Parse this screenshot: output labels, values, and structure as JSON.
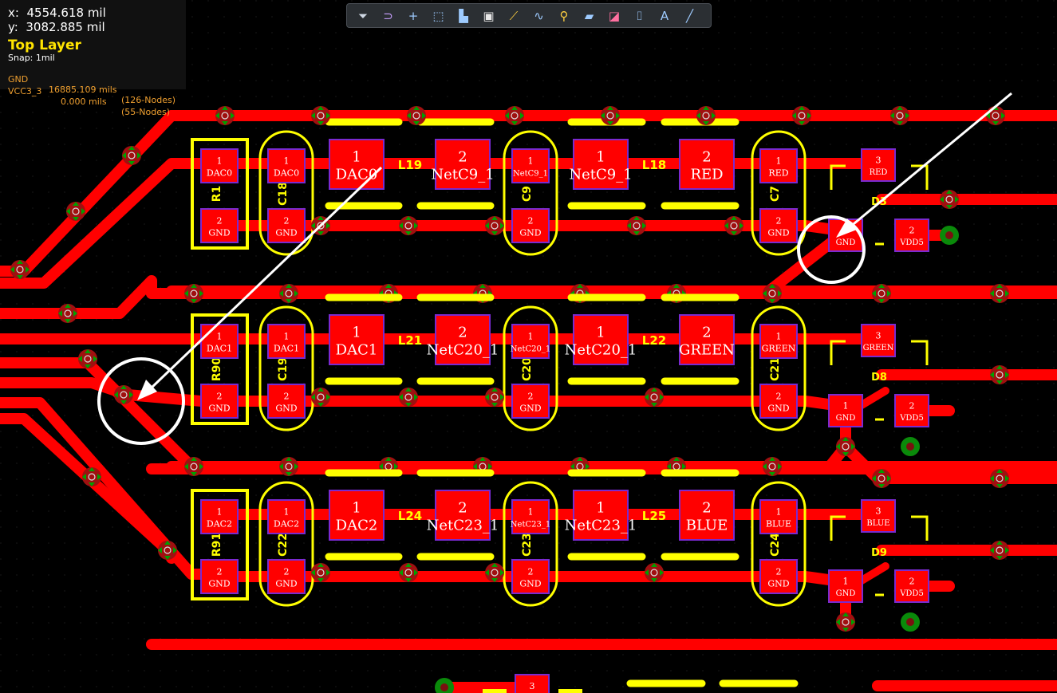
{
  "hud": {
    "x_label": "x:",
    "x_value": "4554.618 mil",
    "y_label": "y:",
    "y_value": "3082.885 mil",
    "layer": "Top Layer",
    "snap": "Snap: 1mil",
    "nets": [
      {
        "name": "GND",
        "length": "16885.109 mils",
        "nodes": "(126-Nodes)"
      },
      {
        "name": "VCC3_3",
        "length": "0.000 mils",
        "nodes": "(55-Nodes)"
      }
    ]
  },
  "toolbar": {
    "tools": [
      {
        "name": "filter-icon",
        "glyph": "⏷",
        "color": "#cfd8e3"
      },
      {
        "name": "magnet-icon",
        "glyph": "⊃",
        "color": "#c8a0ff"
      },
      {
        "name": "crosshair-icon",
        "glyph": "+",
        "color": "#9ecbff"
      },
      {
        "name": "select-rect-icon",
        "glyph": "⬚",
        "color": "#9ecbff"
      },
      {
        "name": "align-icon",
        "glyph": "▙",
        "color": "#9ecbff"
      },
      {
        "name": "component-icon",
        "glyph": "▣",
        "color": "#e8e8e8"
      },
      {
        "name": "route-icon",
        "glyph": "⟋",
        "color": "#ffd040"
      },
      {
        "name": "diff-pair-icon",
        "glyph": "∿",
        "color": "#9ecbff"
      },
      {
        "name": "via-icon",
        "glyph": "⚲",
        "color": "#ffd040"
      },
      {
        "name": "polygon-icon",
        "glyph": "▰",
        "color": "#9ecbff"
      },
      {
        "name": "region-icon",
        "glyph": "◪",
        "color": "#ff70a0"
      },
      {
        "name": "dimension-icon",
        "glyph": "⌷",
        "color": "#9ecbff"
      },
      {
        "name": "text-icon",
        "glyph": "A",
        "color": "#9ecbff"
      },
      {
        "name": "line-icon",
        "glyph": "╱",
        "color": "#9ecbff"
      }
    ]
  },
  "colors": {
    "trace": "#ff0000",
    "silk": "#ffff00",
    "pad_border": "#7a2ad0",
    "via_ring": "#a01010",
    "via_mark": "#00a000",
    "background": "#000000"
  },
  "rows": [
    {
      "resistor": {
        "ref": "R1",
        "pad1_net": "DAC0",
        "pad2_net": "GND"
      },
      "cap_in": {
        "ref": "C18",
        "pad1_net": "DAC0",
        "pad2_net": "GND"
      },
      "ind_a": {
        "ref": "L19",
        "pad1_net": "DAC0",
        "pad2_net": "NetC9_1"
      },
      "cap_mid": {
        "ref": "C9",
        "pad1_net": "NetC9_1",
        "pad2_net": "GND"
      },
      "ind_b": {
        "ref": "L18",
        "pad1_net": "NetC9_1",
        "pad2_net": "RED"
      },
      "cap_out": {
        "ref": "C7",
        "pad1_net": "RED",
        "pad2_net": "GND"
      },
      "diode": {
        "ref": "D3",
        "pad3_net": "RED",
        "pad1_net": "GND",
        "pad2_net": "VDD5"
      }
    },
    {
      "resistor": {
        "ref": "R90",
        "pad1_net": "DAC1",
        "pad2_net": "GND"
      },
      "cap_in": {
        "ref": "C19",
        "pad1_net": "DAC1",
        "pad2_net": "GND"
      },
      "ind_a": {
        "ref": "L21",
        "pad1_net": "DAC1",
        "pad2_net": "NetC20_1"
      },
      "cap_mid": {
        "ref": "C20",
        "pad1_net": "NetC20_1",
        "pad2_net": "GND"
      },
      "ind_b": {
        "ref": "L22",
        "pad1_net": "NetC20_1",
        "pad2_net": "GREEN"
      },
      "cap_out": {
        "ref": "C21",
        "pad1_net": "GREEN",
        "pad2_net": "GND"
      },
      "diode": {
        "ref": "D8",
        "pad3_net": "GREEN",
        "pad1_net": "GND",
        "pad2_net": "VDD5"
      }
    },
    {
      "resistor": {
        "ref": "R91",
        "pad1_net": "DAC2",
        "pad2_net": "GND"
      },
      "cap_in": {
        "ref": "C22",
        "pad1_net": "DAC2",
        "pad2_net": "GND"
      },
      "ind_a": {
        "ref": "L24",
        "pad1_net": "DAC2",
        "pad2_net": "NetC23_1"
      },
      "cap_mid": {
        "ref": "C23",
        "pad1_net": "NetC23_1",
        "pad2_net": "GND"
      },
      "ind_b": {
        "ref": "L25",
        "pad1_net": "NetC23_1",
        "pad2_net": "BLUE"
      },
      "cap_out": {
        "ref": "C24",
        "pad1_net": "BLUE",
        "pad2_net": "GND"
      },
      "diode": {
        "ref": "D9",
        "pad3_net": "BLUE",
        "pad1_net": "GND",
        "pad2_net": "VDD5"
      }
    }
  ],
  "pad_numbers": {
    "one": "1",
    "two": "2",
    "three": "3"
  }
}
